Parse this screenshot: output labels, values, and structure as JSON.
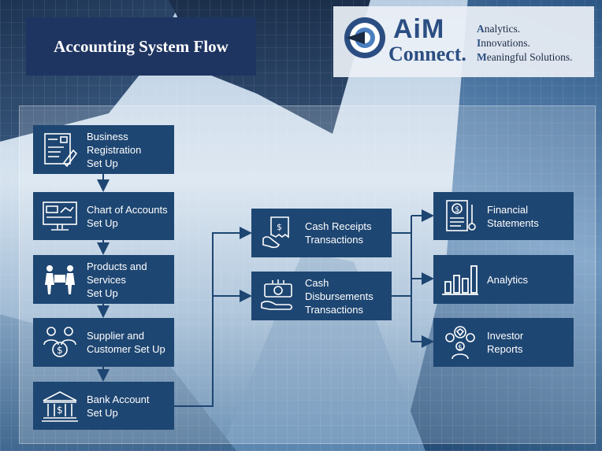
{
  "title": "Accounting System Flow",
  "logo": {
    "brand_top": "AiM",
    "brand_bottom": "Connect.",
    "tagline": [
      {
        "cap": "A",
        "rest": "nalytics."
      },
      {
        "cap": "I",
        "rest": "nnovations."
      },
      {
        "cap": "M",
        "rest": "eaningful Solutions."
      }
    ]
  },
  "setup_steps": [
    {
      "label": "Business\nRegistration\nSet Up",
      "icon": "registration-form-icon"
    },
    {
      "label": "Chart of Accounts\nSet Up",
      "icon": "computer-screen-icon"
    },
    {
      "label": "Products and\nServices\nSet Up",
      "icon": "delivery-people-icon"
    },
    {
      "label": "Supplier and\nCustomer Set Up",
      "icon": "handshake-people-icon"
    },
    {
      "label": "Bank Account\nSet Up",
      "icon": "bank-icon"
    }
  ],
  "transactions": [
    {
      "label": "Cash Receipts\nTransactions",
      "icon": "receipt-hand-icon"
    },
    {
      "label": "Cash\nDisbursements\nTransactions",
      "icon": "money-hand-icon"
    }
  ],
  "outputs": [
    {
      "label": "Financial\nStatements",
      "icon": "financial-statement-icon"
    },
    {
      "label": "Analytics",
      "icon": "bar-chart-icon"
    },
    {
      "label": "Investor\nReports",
      "icon": "investor-icon"
    }
  ],
  "colors": {
    "node": "#1e4672",
    "title_bg": "#1f3561",
    "connector": "#1e4672"
  }
}
